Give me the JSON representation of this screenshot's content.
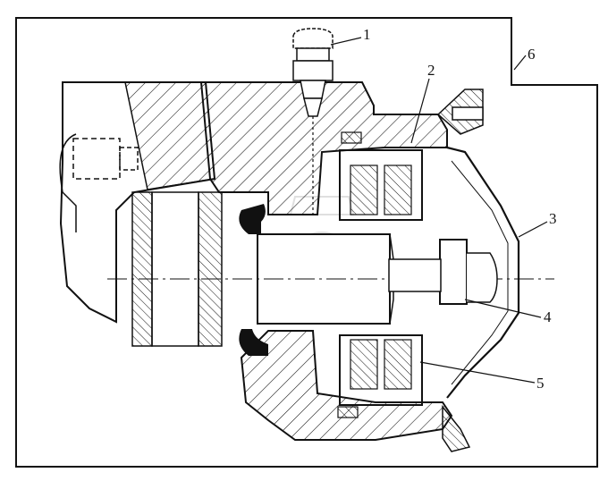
{
  "diagram": {
    "callouts": [
      {
        "id": "callout-1",
        "text": "1"
      },
      {
        "id": "callout-2",
        "text": "2"
      },
      {
        "id": "callout-3",
        "text": "3"
      },
      {
        "id": "callout-4",
        "text": "4"
      },
      {
        "id": "callout-5",
        "text": "5"
      },
      {
        "id": "callout-6",
        "text": "6"
      }
    ],
    "colors": {
      "ink": "#111111",
      "paper": "#ffffff",
      "watermark": "#b8b8b8"
    }
  }
}
